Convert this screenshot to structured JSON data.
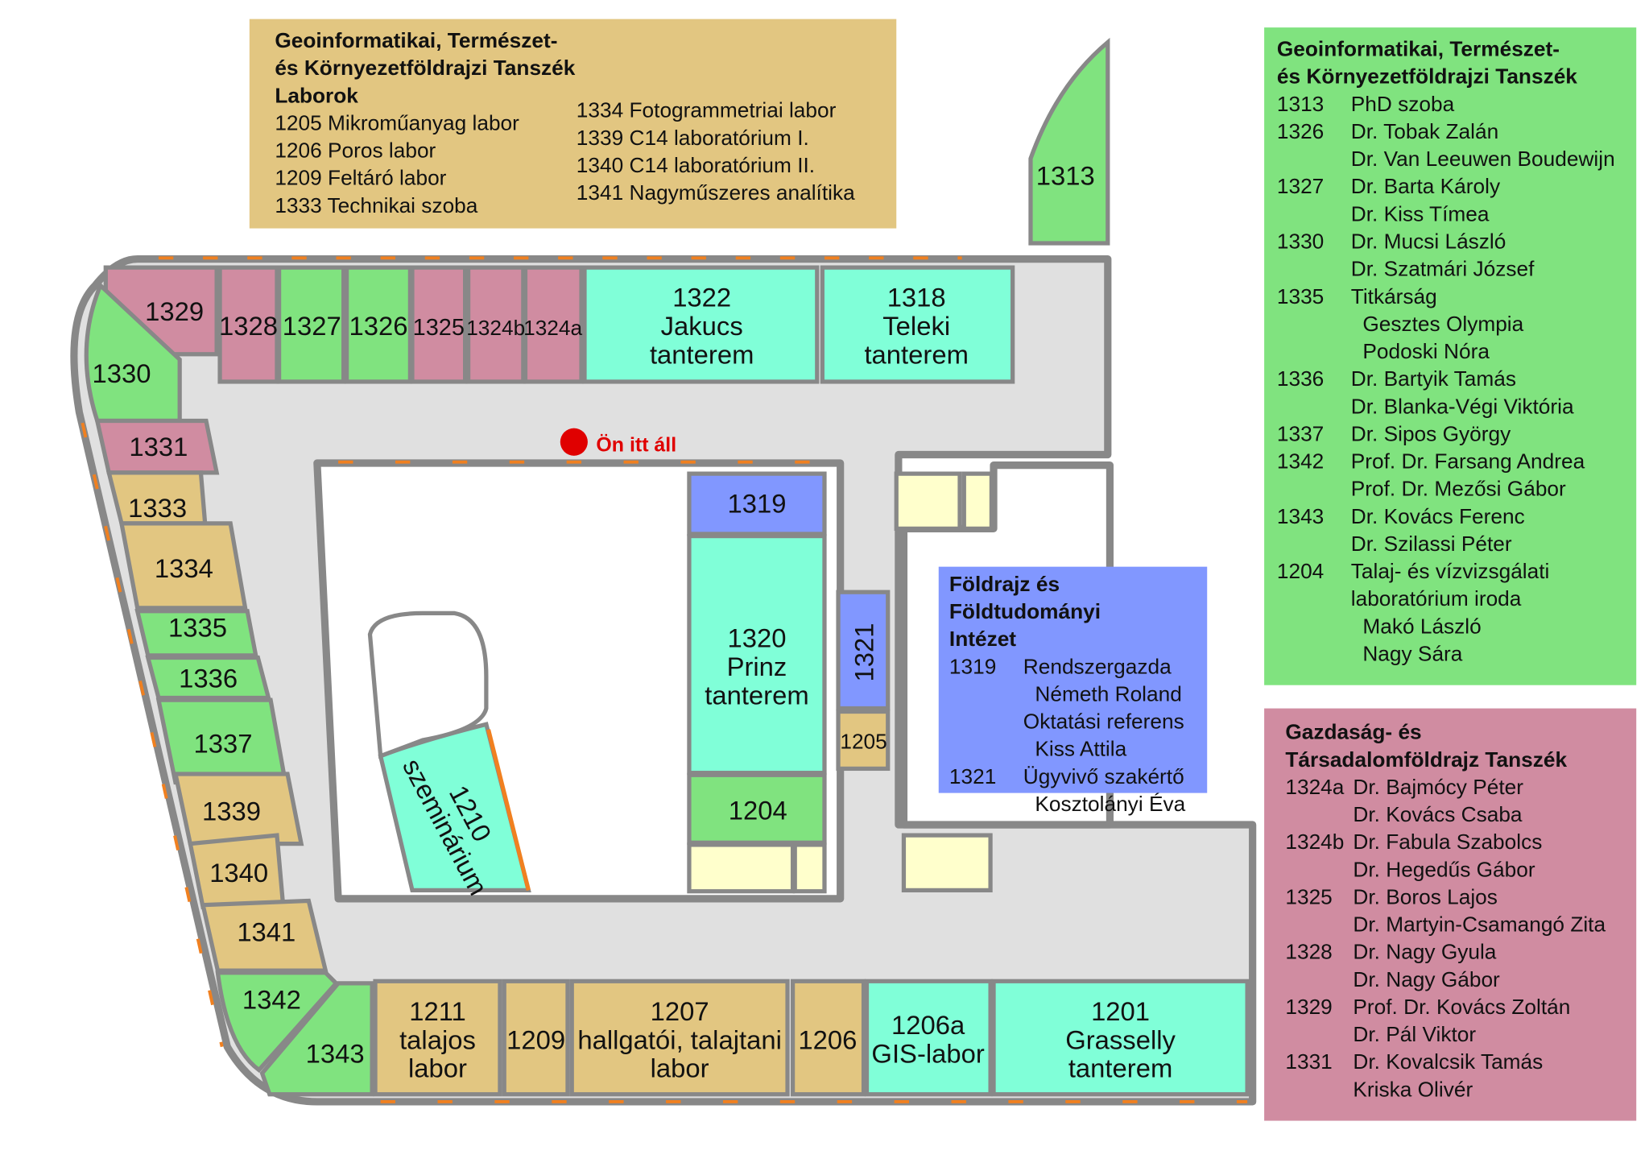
{
  "colors": {
    "corridor": "#e0e0e0",
    "wall": "#888888",
    "window": "#f08020",
    "pink": "#d08ca1",
    "green": "#80e37f",
    "teal": "#80ffd8",
    "tan": "#e2c681",
    "blue": "#8197ff",
    "cream": "#ffffcc",
    "marker": "#e00000"
  },
  "you_are_here": "Ön itt áll",
  "rooms": {
    "r1329": "1329",
    "r1328": "1328",
    "r1327": "1327",
    "r1326": "1326",
    "r1325": "1325",
    "r1324b": "1324b",
    "r1324a": "1324a",
    "r1322": [
      "1322",
      "Jakucs",
      "tanterem"
    ],
    "r1318": [
      "1318",
      "Teleki",
      "tanterem"
    ],
    "r1313": "1313",
    "r1330": "1330",
    "r1331": "1331",
    "r1333": "1333",
    "r1334": "1334",
    "r1335": "1335",
    "r1336": "1336",
    "r1337": "1337",
    "r1339": "1339",
    "r1340": "1340",
    "r1341": "1341",
    "r1342": "1342",
    "r1343": "1343",
    "r1319": "1319",
    "r1320": [
      "1320",
      "Prinz",
      "tanterem"
    ],
    "r1204": "1204",
    "r1321": "1321",
    "r1205": "1205",
    "r1210": [
      "1210",
      "szeminárium"
    ],
    "r1211": [
      "1211",
      "talajos",
      "labor"
    ],
    "r1209": "1209",
    "r1207": [
      "1207",
      "hallgatói, talajtani",
      "labor"
    ],
    "r1206": "1206",
    "r1206a": [
      "1206a",
      "GIS-labor"
    ],
    "r1201": [
      "1201",
      "Grasselly",
      "tanterem"
    ]
  },
  "labs_legend": {
    "title": [
      "Geoinformatikai, Természet-",
      "és Környezetföldrajzi Tanszék",
      "Laborok"
    ],
    "col1": [
      "1205 Mikroműanyag labor",
      "1206 Poros labor",
      "1209 Feltáró labor",
      "1333 Technikai szoba"
    ],
    "col2": [
      "1334 Fotogrammetriai labor",
      "1339 C14 laboratórium I.",
      "1340 C14 laboratórium II.",
      "1341 Nagyműszeres analítika"
    ]
  },
  "geo_legend": {
    "title": [
      "Geoinformatikai, Természet-",
      "és Környezetföldrajzi Tanszék"
    ],
    "rows": [
      [
        "1313",
        "PhD szoba"
      ],
      [
        "1326",
        "Dr. Tobak Zalán"
      ],
      [
        "",
        "Dr. Van Leeuwen Boudewijn"
      ],
      [
        "1327",
        "Dr. Barta Károly"
      ],
      [
        "",
        "Dr. Kiss Tímea"
      ],
      [
        "1330",
        "Dr. Mucsi László"
      ],
      [
        "",
        "Dr. Szatmári József"
      ],
      [
        "1335",
        "Titkárság"
      ],
      [
        "",
        "  Gesztes Olympia"
      ],
      [
        "",
        "  Podoski Nóra"
      ],
      [
        "1336",
        "Dr. Bartyik Tamás"
      ],
      [
        "",
        "Dr. Blanka-Végi Viktória"
      ],
      [
        "1337",
        "Dr. Sipos György"
      ],
      [
        "1342",
        "Prof. Dr. Farsang Andrea"
      ],
      [
        "",
        "Prof. Dr. Mezősi Gábor"
      ],
      [
        "1343",
        "Dr. Kovács Ferenc"
      ],
      [
        "",
        "Dr. Szilassi Péter"
      ],
      [
        "1204",
        "Talaj- és vízvizsgálati"
      ],
      [
        "",
        "laboratórium iroda"
      ],
      [
        "",
        "  Makó László"
      ],
      [
        "",
        "  Nagy Sára"
      ]
    ]
  },
  "fold_legend": {
    "title": [
      "Földrajz és Földtudományi",
      "Intézet"
    ],
    "rows": [
      [
        "1319",
        "Rendszergazda"
      ],
      [
        "",
        "  Németh Roland"
      ],
      [
        "",
        "Oktatási referens"
      ],
      [
        "",
        "  Kiss Attila"
      ],
      [
        "1321",
        "Ügyvivő szakértő"
      ],
      [
        "",
        "  Kosztolányi Éva"
      ]
    ]
  },
  "gaz_legend": {
    "title": [
      "Gazdaság- és",
      "Társadalomföldrajz Tanszék"
    ],
    "rows": [
      [
        "1324a",
        "Dr. Bajmócy Péter"
      ],
      [
        "",
        "Dr. Kovács Csaba"
      ],
      [
        "1324b",
        "Dr. Fabula Szabolcs"
      ],
      [
        "",
        "Dr. Hegedűs Gábor"
      ],
      [
        "1325",
        "Dr. Boros Lajos"
      ],
      [
        "",
        "Dr. Martyin-Csamangó Zita"
      ],
      [
        "1328",
        "Dr. Nagy Gyula"
      ],
      [
        "",
        "Dr. Nagy Gábor"
      ],
      [
        "1329",
        "Prof. Dr. Kovács Zoltán"
      ],
      [
        "",
        "Dr. Pál Viktor"
      ],
      [
        "1331",
        "Dr. Kovalcsik Tamás"
      ],
      [
        "",
        "Kriska Olivér"
      ]
    ]
  }
}
